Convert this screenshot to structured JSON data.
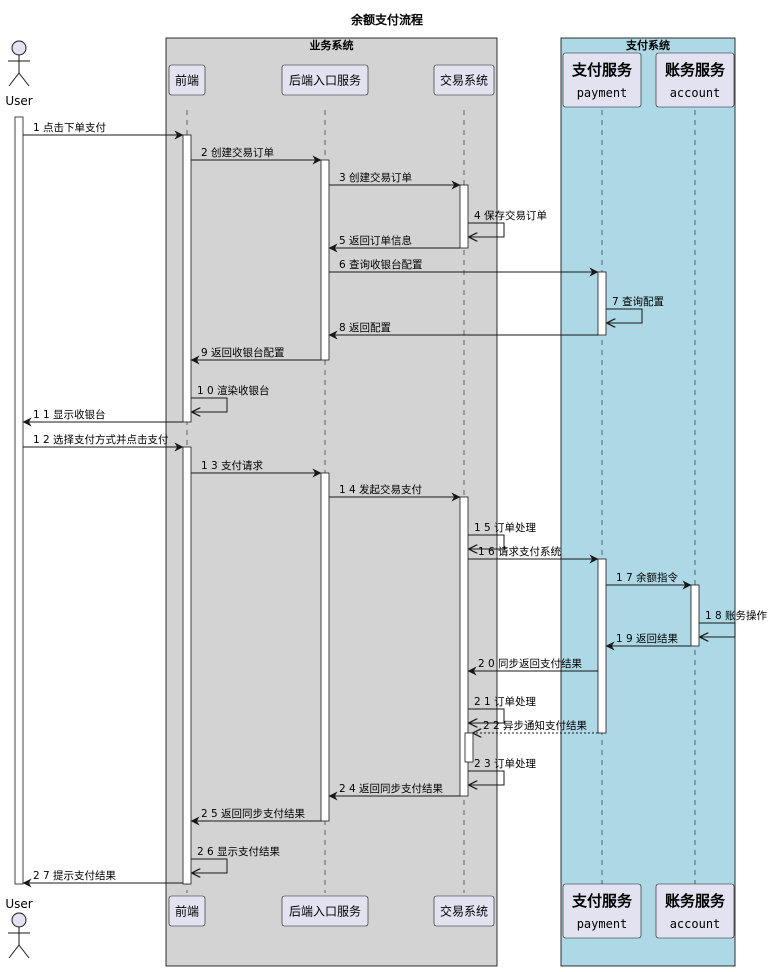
{
  "title": "余额支付流程",
  "colors": {
    "group_business_fill": "#d3d3d3",
    "group_payment_fill": "#add8e6",
    "participant_fill": "#e2e2f0",
    "box_stroke": "#181818",
    "line": "#181818",
    "activation_fill": "#ffffff"
  },
  "groups": [
    {
      "id": "g-biz",
      "label": "业务系统",
      "from": "frontend",
      "to": "trade"
    },
    {
      "id": "g-pay",
      "label": "支付系统",
      "from": "payment",
      "to": "account"
    }
  ],
  "participants": [
    {
      "id": "user",
      "label": "User",
      "kind": "actor",
      "icon": "actor-icon"
    },
    {
      "id": "frontend",
      "label": "前端",
      "kind": "box"
    },
    {
      "id": "backend",
      "label": "后端入口服务",
      "kind": "box"
    },
    {
      "id": "trade",
      "label": "交易系统",
      "kind": "box"
    },
    {
      "id": "payment",
      "label": "支付服务",
      "sublabel": "payment",
      "kind": "box2"
    },
    {
      "id": "account",
      "label": "账务服务",
      "sublabel": "account",
      "kind": "box2"
    }
  ],
  "messages": [
    {
      "n": "1",
      "text": "点击下单支付",
      "from": "user",
      "to": "frontend"
    },
    {
      "n": "2",
      "text": "创建交易订单",
      "from": "frontend",
      "to": "backend"
    },
    {
      "n": "3",
      "text": "创建交易订单",
      "from": "backend",
      "to": "trade"
    },
    {
      "n": "4",
      "text": "保存交易订单",
      "from": "trade",
      "to": "trade"
    },
    {
      "n": "5",
      "text": "返回订单信息",
      "from": "trade",
      "to": "backend"
    },
    {
      "n": "6",
      "text": "查询收银台配置",
      "from": "backend",
      "to": "payment"
    },
    {
      "n": "7",
      "text": "查询配置",
      "from": "payment",
      "to": "payment"
    },
    {
      "n": "8",
      "text": "返回配置",
      "from": "payment",
      "to": "backend"
    },
    {
      "n": "9",
      "text": "返回收银台配置",
      "from": "backend",
      "to": "frontend"
    },
    {
      "n": "10",
      "text": "渲染收银台",
      "from": "frontend",
      "to": "frontend"
    },
    {
      "n": "11",
      "text": "显示收银台",
      "from": "frontend",
      "to": "user"
    },
    {
      "n": "12",
      "text": "选择支付方式并点击支付",
      "from": "user",
      "to": "frontend"
    },
    {
      "n": "13",
      "text": "支付请求",
      "from": "frontend",
      "to": "backend"
    },
    {
      "n": "14",
      "text": "发起交易支付",
      "from": "backend",
      "to": "trade"
    },
    {
      "n": "15",
      "text": "订单处理",
      "from": "trade",
      "to": "trade"
    },
    {
      "n": "16",
      "text": "请求支付系统",
      "from": "trade",
      "to": "payment"
    },
    {
      "n": "17",
      "text": "余额指令",
      "from": "payment",
      "to": "account"
    },
    {
      "n": "18",
      "text": "账务操作",
      "from": "account",
      "to": "account"
    },
    {
      "n": "19",
      "text": "返回结果",
      "from": "account",
      "to": "payment"
    },
    {
      "n": "20",
      "text": "同步返回支付结果",
      "from": "payment",
      "to": "trade"
    },
    {
      "n": "21",
      "text": "订单处理",
      "from": "trade",
      "to": "trade"
    },
    {
      "n": "22",
      "text": "异步通知支付结果",
      "from": "payment",
      "to": "trade",
      "dashed": true
    },
    {
      "n": "23",
      "text": "订单处理",
      "from": "trade",
      "to": "trade"
    },
    {
      "n": "24",
      "text": "返回同步支付结果",
      "from": "trade",
      "to": "backend"
    },
    {
      "n": "25",
      "text": "返回同步支付结果",
      "from": "backend",
      "to": "frontend"
    },
    {
      "n": "26",
      "text": "显示支付结果",
      "from": "frontend",
      "to": "frontend"
    },
    {
      "n": "27",
      "text": "提示支付结果",
      "from": "frontend",
      "to": "user"
    }
  ]
}
